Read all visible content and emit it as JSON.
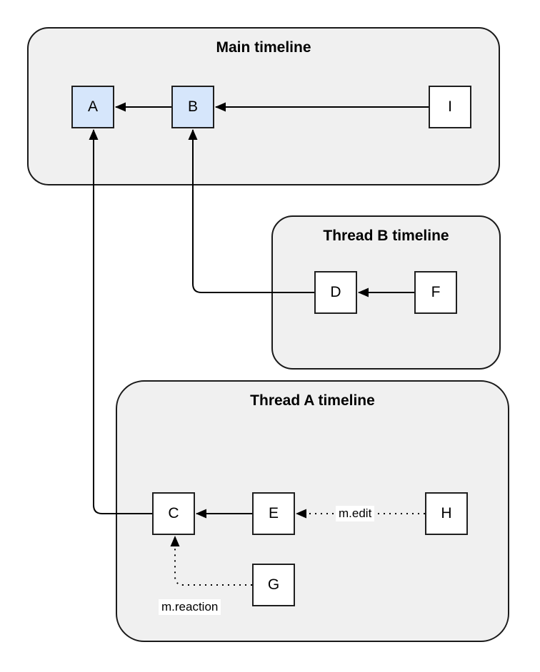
{
  "diagram": {
    "containers": [
      {
        "id": "main",
        "title": "Main timeline"
      },
      {
        "id": "thread-b",
        "title": "Thread B timeline"
      },
      {
        "id": "thread-a",
        "title": "Thread A timeline"
      }
    ],
    "nodes": [
      {
        "id": "A",
        "label": "A",
        "highlighted": true
      },
      {
        "id": "B",
        "label": "B",
        "highlighted": true
      },
      {
        "id": "I",
        "label": "I",
        "highlighted": false
      },
      {
        "id": "D",
        "label": "D",
        "highlighted": false
      },
      {
        "id": "F",
        "label": "F",
        "highlighted": false
      },
      {
        "id": "C",
        "label": "C",
        "highlighted": false
      },
      {
        "id": "E",
        "label": "E",
        "highlighted": false
      },
      {
        "id": "H",
        "label": "H",
        "highlighted": false
      },
      {
        "id": "G",
        "label": "G",
        "highlighted": false
      }
    ],
    "edges": [
      {
        "from": "B",
        "to": "A",
        "style": "solid",
        "label": ""
      },
      {
        "from": "I",
        "to": "B",
        "style": "solid",
        "label": ""
      },
      {
        "from": "F",
        "to": "D",
        "style": "solid",
        "label": ""
      },
      {
        "from": "D",
        "to": "B",
        "style": "solid",
        "label": ""
      },
      {
        "from": "E",
        "to": "C",
        "style": "solid",
        "label": ""
      },
      {
        "from": "C",
        "to": "A",
        "style": "solid",
        "label": ""
      },
      {
        "from": "H",
        "to": "E",
        "style": "dotted",
        "label": "m.edit"
      },
      {
        "from": "G",
        "to": "C",
        "style": "dotted",
        "label": "m.reaction"
      }
    ],
    "colors": {
      "background": "#ffffff",
      "container_fill": "#f0f0f0",
      "container_border": "#1a1a1a",
      "node_fill": "#ffffff",
      "node_highlight_fill": "#d6e6fb",
      "node_border": "#1f1f1f",
      "edge_stroke": "#000000",
      "text": "#000000"
    }
  }
}
